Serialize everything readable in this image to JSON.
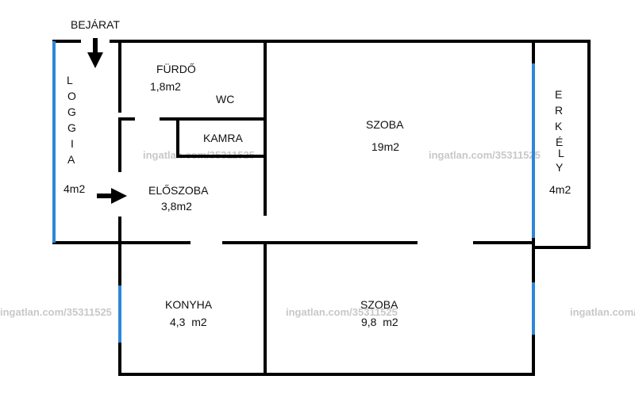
{
  "entrance_label": "BEJÁRAT",
  "rooms": {
    "furdo": {
      "name": "FÜRDŐ",
      "area": "1,8m2"
    },
    "wc": {
      "name": "WC"
    },
    "kamra": {
      "name": "KAMRA"
    },
    "szoba_main": {
      "name": "SZOBA",
      "area": "19m2"
    },
    "eloszoba": {
      "name": "ELŐSZOBA",
      "area": "3,8m2"
    },
    "konyha": {
      "name": "KONYHA",
      "area": "4,3  m2"
    },
    "szoba_small": {
      "name": "SZOBA",
      "area": "9,8  m2"
    },
    "loggia": {
      "letters": [
        "L",
        "O",
        "G",
        "G",
        "I",
        "A"
      ],
      "area": "4m2"
    },
    "erkely": {
      "letters": [
        "E",
        "R",
        "K",
        "É",
        "L",
        "Y"
      ],
      "area": "4m2"
    }
  },
  "watermarks": [
    "ingatlan.com/35311525",
    "ingatlan.com/35311525",
    "ingatlan.com/35311525",
    "ingatlan.com/35311525",
    "ingatlan.com/35311525"
  ],
  "colors": {
    "wall": "#000000",
    "window": "#2f86d8",
    "watermark": "#c8c8c8"
  }
}
